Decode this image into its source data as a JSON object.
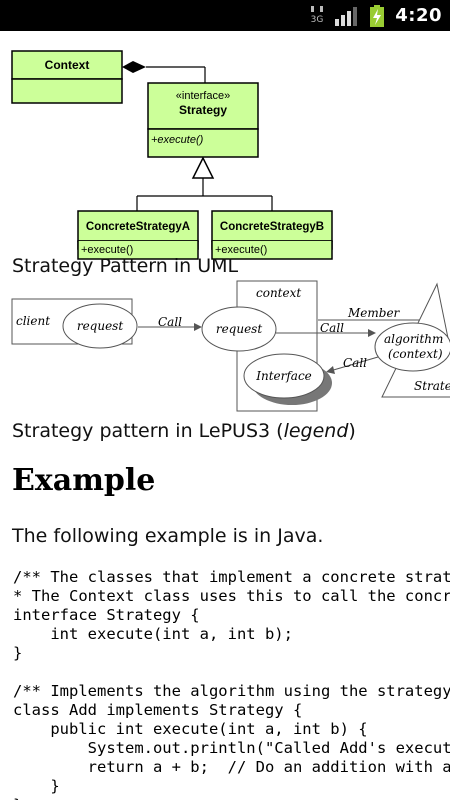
{
  "status_bar": {
    "network_label": "3G",
    "time": "4:20"
  },
  "uml_diagram": {
    "context_class": "Context",
    "interface_stereotype": "«interface»",
    "interface_name": "Strategy",
    "interface_method": "+execute()",
    "concrete_a_name": "ConcreteStrategyA",
    "concrete_a_method": "+execute()",
    "concrete_b_name": "ConcreteStrategyB",
    "concrete_b_method": "+execute()",
    "colors": {
      "fill": "#ccff99",
      "border": "#000000"
    }
  },
  "uml_caption": "Strategy Pattern in UML",
  "lepus_diagram": {
    "client_label": "client",
    "client_request": "request",
    "call_label_1": "Call",
    "context_label": "context",
    "context_request": "request",
    "call_label_2": "Call",
    "member_label": "Member",
    "algorithm_label": "algorithm",
    "algorithm_context": "(context)",
    "call_label_3": "Call",
    "interface_label": "Interface",
    "strategy_partial": "Strate"
  },
  "lepus_caption": {
    "prefix": "Strategy pattern in LePUS3 (",
    "link": "legend",
    "suffix": ")"
  },
  "section_heading": "Example",
  "intro_text": "The following example is in Java.",
  "code_lines": [
    "/** The classes that implement a concrete strategy should implement this.",
    "* The Context class uses this to call the concrete strategy. */",
    "interface Strategy {",
    "    int execute(int a, int b);",
    "}",
    "",
    "/** Implements the algorithm using the strategy interface */",
    "class Add implements Strategy {",
    "    public int execute(int a, int b) {",
    "        System.out.println(\"Called Add's execute()\");",
    "        return a + b;  // Do an addition with a and b",
    "    }",
    "}"
  ]
}
